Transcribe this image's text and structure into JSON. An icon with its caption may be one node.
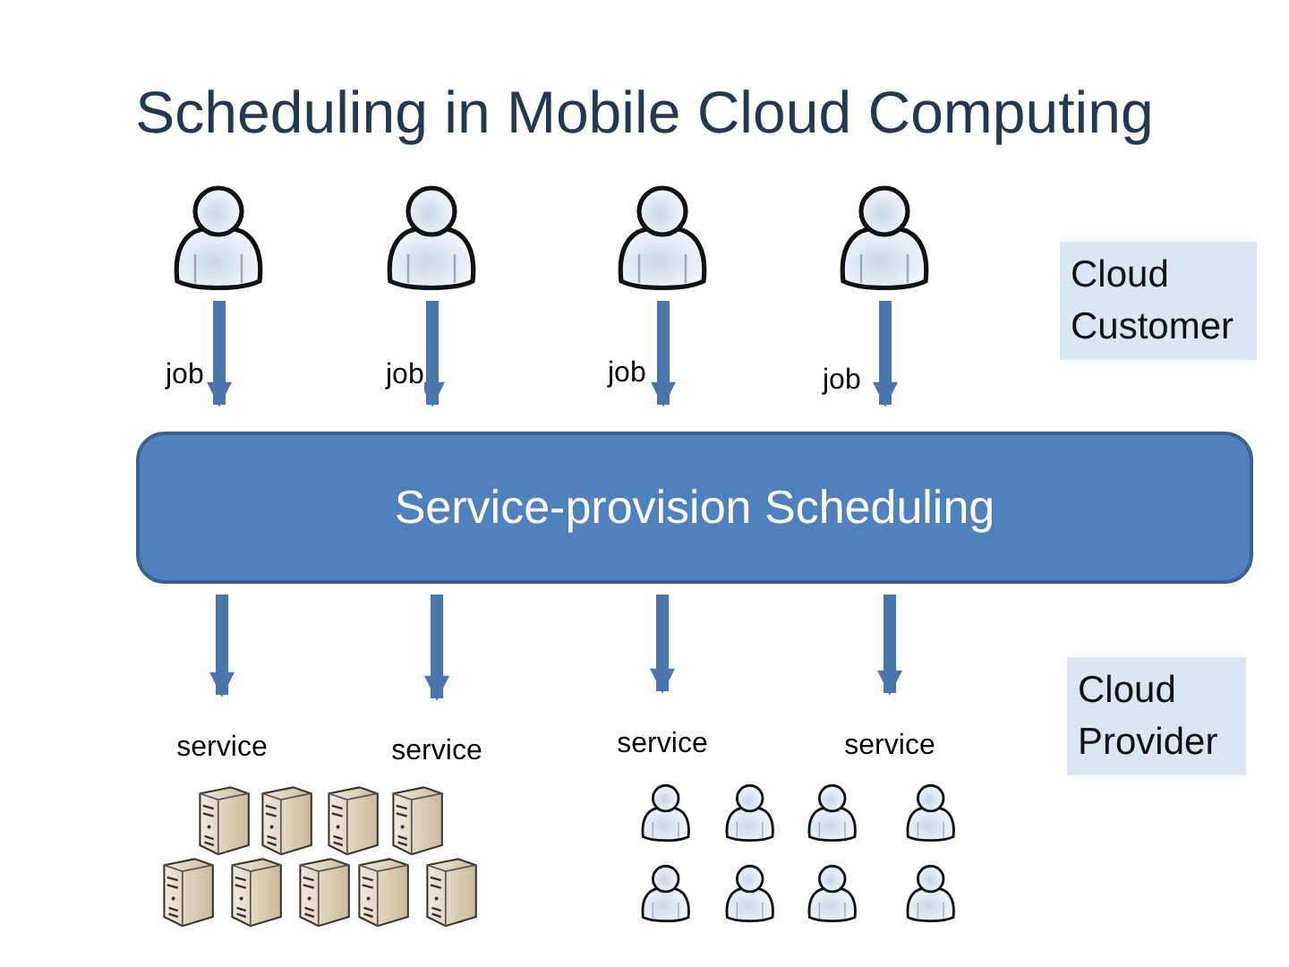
{
  "diagram": {
    "title": "Scheduling in Mobile Cloud Computing",
    "nodes": [
      {
        "text": [],
        "shape": "person"
      },
      {
        "text": [],
        "shape": "person"
      },
      {
        "text": [],
        "shape": "person"
      },
      {
        "text": [],
        "shape": "person"
      },
      {
        "text": [
          "Service-provision Scheduling"
        ]
      },
      {
        "text": [
          "service"
        ]
      },
      {
        "text": [
          "service"
        ]
      },
      {
        "text": [
          "service"
        ]
      },
      {
        "text": [
          "service"
        ]
      },
      {
        "text": [
          "Cloud Customer"
        ]
      },
      {
        "text": [
          "Cloud Provider"
        ]
      }
    ],
    "edges": [
      {
        "from": 0,
        "to": 4,
        "arrow": "to",
        "label": "job"
      },
      {
        "from": 1,
        "to": 4,
        "arrow": "to",
        "label": "job"
      },
      {
        "from": 2,
        "to": 4,
        "arrow": "to",
        "label": "job"
      },
      {
        "from": 3,
        "to": 4,
        "arrow": "to",
        "label": "job"
      },
      {
        "from": 4,
        "to": 5,
        "arrow": "to"
      },
      {
        "from": 4,
        "to": 6,
        "arrow": "to"
      },
      {
        "from": 4,
        "to": 7,
        "arrow": "to"
      },
      {
        "from": 4,
        "to": 8,
        "arrow": "to"
      }
    ]
  }
}
